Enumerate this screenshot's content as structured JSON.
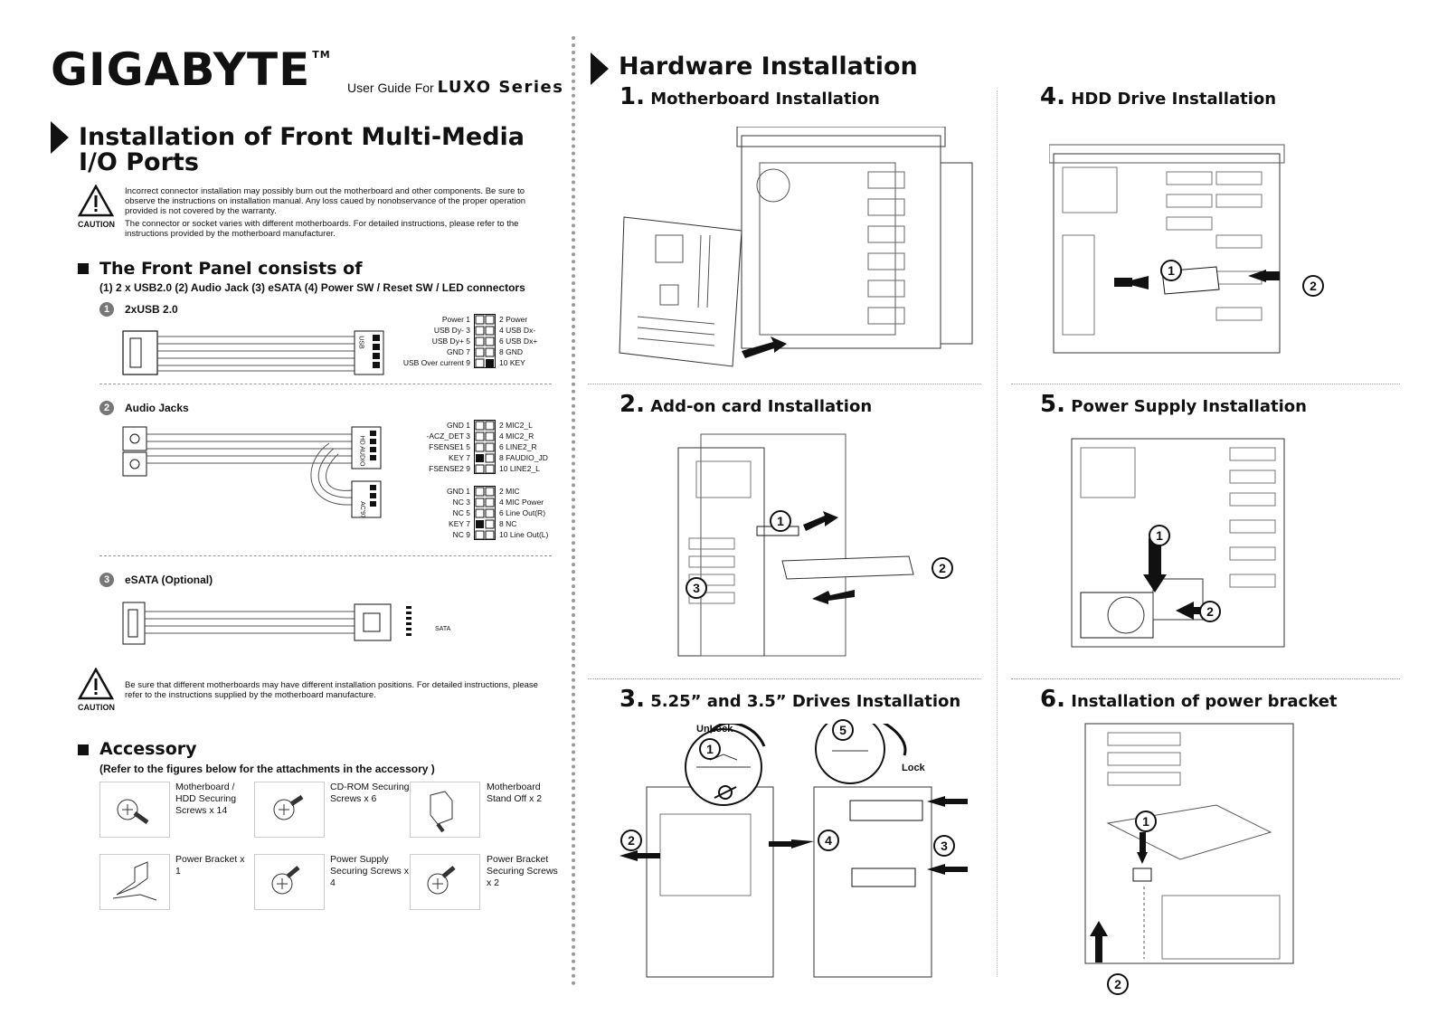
{
  "brand": {
    "logo": "GIGABYTE",
    "tm": "TM",
    "guide_prefix": "User Guide For",
    "series": "LUXO Series"
  },
  "left": {
    "title_line1": "Installation of Front Multi-Media",
    "title_line2": "I/O Ports",
    "caution_label": "CAUTION",
    "caution1_p1": "Incorrect connector installation may possibly burn out the motherboard and other components. Be sure to observe the instructions on installation manual. Any loss caued by nonobservance of the proper operation provided is not covered by the warranty.",
    "caution1_p2": "The connector or socket varies with different motherboards. For detailed instructions, please refer to the instructions provided by the motherboard manufacturer.",
    "front_panel_title": "The Front Panel consists of",
    "front_panel_sub": "(1) 2 x USB2.0 (2) Audio Jack (3) eSATA (4) Power SW / Reset SW / LED connectors",
    "usb": {
      "num": "1",
      "label": "2xUSB 2.0",
      "connector_tag": "USB",
      "pins_left": [
        "Power 1",
        "USB Dy- 3",
        "USB Dy+ 5",
        "GND 7",
        "USB Over current 9"
      ],
      "pins_right": [
        "2  Power",
        "4  USB Dx-",
        "6  USB Dx+",
        "8  GND",
        "10 KEY"
      ]
    },
    "audio": {
      "num": "2",
      "label": "Audio Jacks",
      "tag_hd": "HD AUDIO",
      "tag_ac": "AC'97",
      "hd_left": [
        "GND 1",
        "-ACZ_DET 3",
        "FSENSE1 5",
        "KEY 7",
        "FSENSE2 9"
      ],
      "hd_right": [
        "2  MIC2_L",
        "4  MIC2_R",
        "6  LINE2_R",
        "8  FAUDIO_JD",
        "10 LINE2_L"
      ],
      "ac_left": [
        "GND 1",
        "NC 3",
        "NC 5",
        "KEY 7",
        "NC 9"
      ],
      "ac_right": [
        "2  MIC",
        "4  MIC Power",
        "6  Line Out(R)",
        "8  NC",
        "10 Line Out(L)"
      ]
    },
    "esata": {
      "num": "3",
      "label": "eSATA (Optional)",
      "tag": "SATA"
    },
    "caution2": "Be sure that different motherboards may have different installation positions. For detailed instructions, please refer to the instructions supplied by the motherboard manufacture.",
    "accessory_title": "Accessory",
    "accessory_sub": "(Refer to the figures below for the attachments in the accessory )",
    "accessories": [
      {
        "label": "Motherboard / HDD Securing Screws x 14"
      },
      {
        "label": "CD-ROM Securing Screws x 6"
      },
      {
        "label": "Motherboard Stand Off x 2"
      },
      {
        "label": "Power Bracket x 1"
      },
      {
        "label": "Power Supply Securing Screws x 4"
      },
      {
        "label": "Power Bracket Securing Screws x 2"
      }
    ]
  },
  "right": {
    "title": "Hardware Installation",
    "steps": [
      {
        "n": "1.",
        "title": "Motherboard Installation"
      },
      {
        "n": "2.",
        "title": "Add-on card Installation"
      },
      {
        "n": "3.",
        "title": "5.25” and 3.5” Drives Installation"
      },
      {
        "n": "4.",
        "title": "HDD Drive Installation"
      },
      {
        "n": "5.",
        "title": "Power Supply Installation"
      },
      {
        "n": "6.",
        "title": "Installation of power bracket"
      }
    ],
    "labels": {
      "unlock": "UnLock",
      "lock": "Lock"
    },
    "callouts": [
      "1",
      "2",
      "3",
      "4",
      "5"
    ]
  }
}
